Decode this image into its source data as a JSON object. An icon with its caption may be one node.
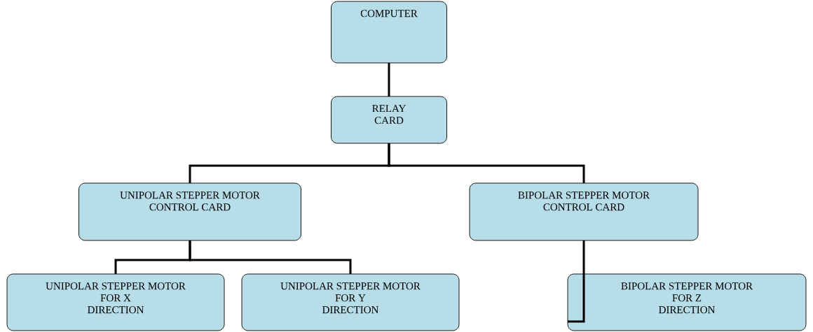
{
  "diagram": {
    "nodes": [
      {
        "text": [
          "COMPUTER"
        ]
      },
      {
        "text": [
          "RELAY CARD"
        ]
      },
      {
        "text": [
          "UNIPOLAR STEPPER MOTOR CONTROL CARD"
        ]
      },
      {
        "text": [
          "BIPOLAR STEPPER MOTOR CONTROL CARD"
        ]
      },
      {
        "text": [
          "UNIPOLAR STEPPER MOTOR FOR X DIRECTION"
        ]
      },
      {
        "text": [
          "UNIPOLAR STEPPER MOTOR FOR Y DIRECTION"
        ]
      },
      {
        "text": [
          "BIPOLAR STEPPER MOTOR FOR Z DIRECTION"
        ]
      }
    ],
    "edges": [
      {
        "from": 0,
        "to": 1,
        "arrow": "none"
      },
      {
        "from": 1,
        "to": 2,
        "arrow": "none"
      },
      {
        "from": 1,
        "to": 3,
        "arrow": "none"
      },
      {
        "from": 2,
        "to": 4,
        "arrow": "none"
      },
      {
        "from": 2,
        "to": 5,
        "arrow": "none"
      },
      {
        "from": 3,
        "to": 6,
        "arrow": "none"
      }
    ]
  }
}
